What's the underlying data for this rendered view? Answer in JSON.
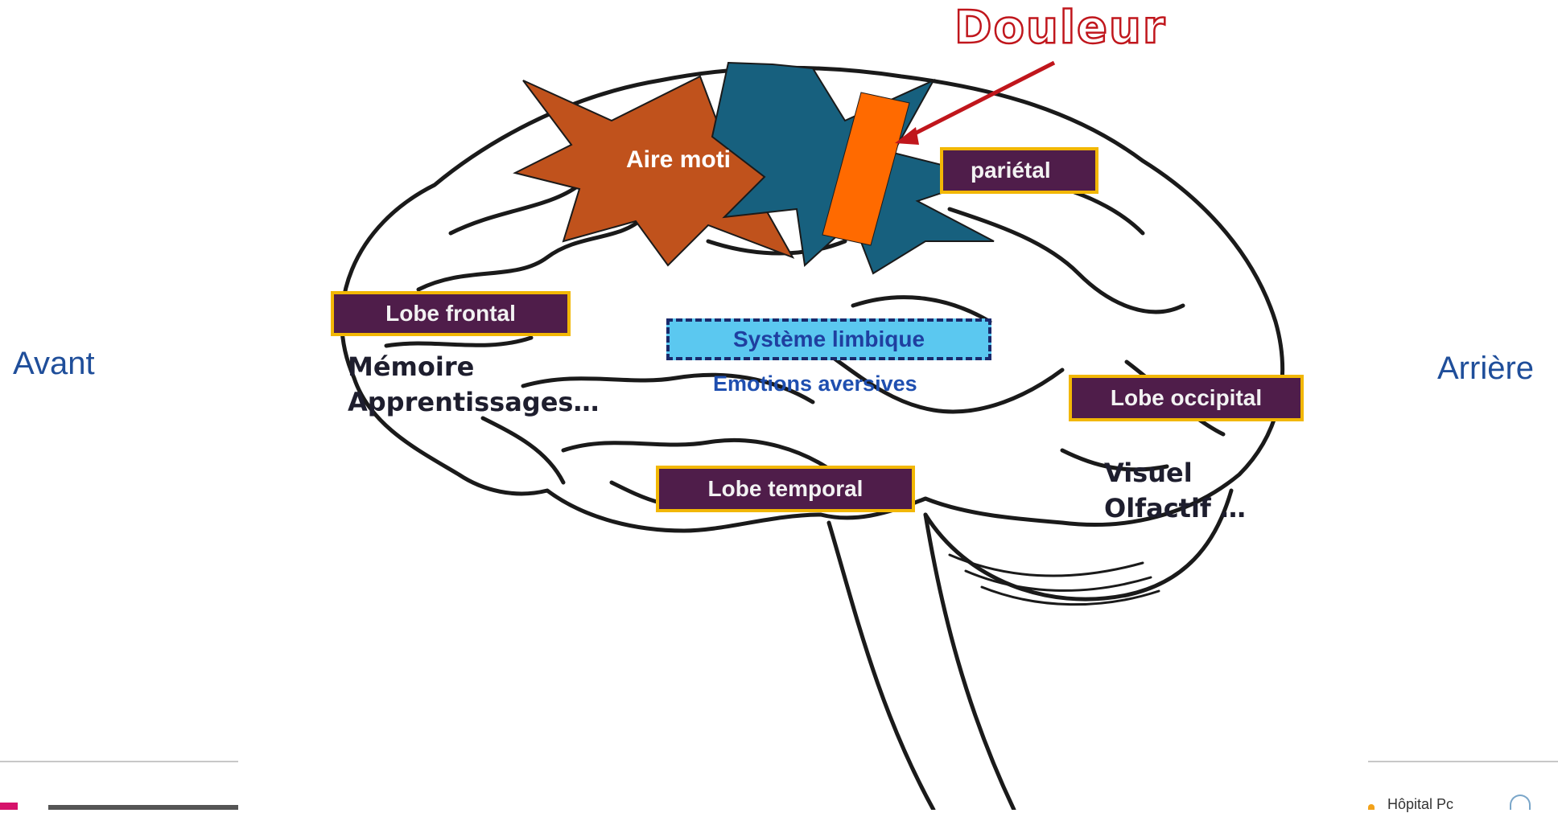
{
  "title": "Douleur",
  "side_labels": {
    "front": "Avant",
    "back": "Arrière"
  },
  "lobes": {
    "frontal": "Lobe frontal",
    "parietal": "pariétal",
    "occipital": "Lobe occipital",
    "temporal": "Lobe temporal"
  },
  "limbic": {
    "label": "Système limbique",
    "subtitle": "Emotions aversives"
  },
  "motor_area": "Aire moti",
  "frontal_functions": [
    "Mémoire",
    "Apprentissages…"
  ],
  "occipital_functions": [
    "Visuel",
    "Olfactif …"
  ],
  "footer": {
    "right_text": "Hôpital Pc"
  },
  "colors": {
    "lobe_fill": "#4f1d4a",
    "lobe_border": "#f2b705",
    "motor_star": "#c0521c",
    "pain_star": "#17607e",
    "pain_bar": "#ff6a00",
    "arrow": "#c0161c",
    "limbic_fill": "#5bc8f0",
    "side_text": "#1f4e9a"
  }
}
